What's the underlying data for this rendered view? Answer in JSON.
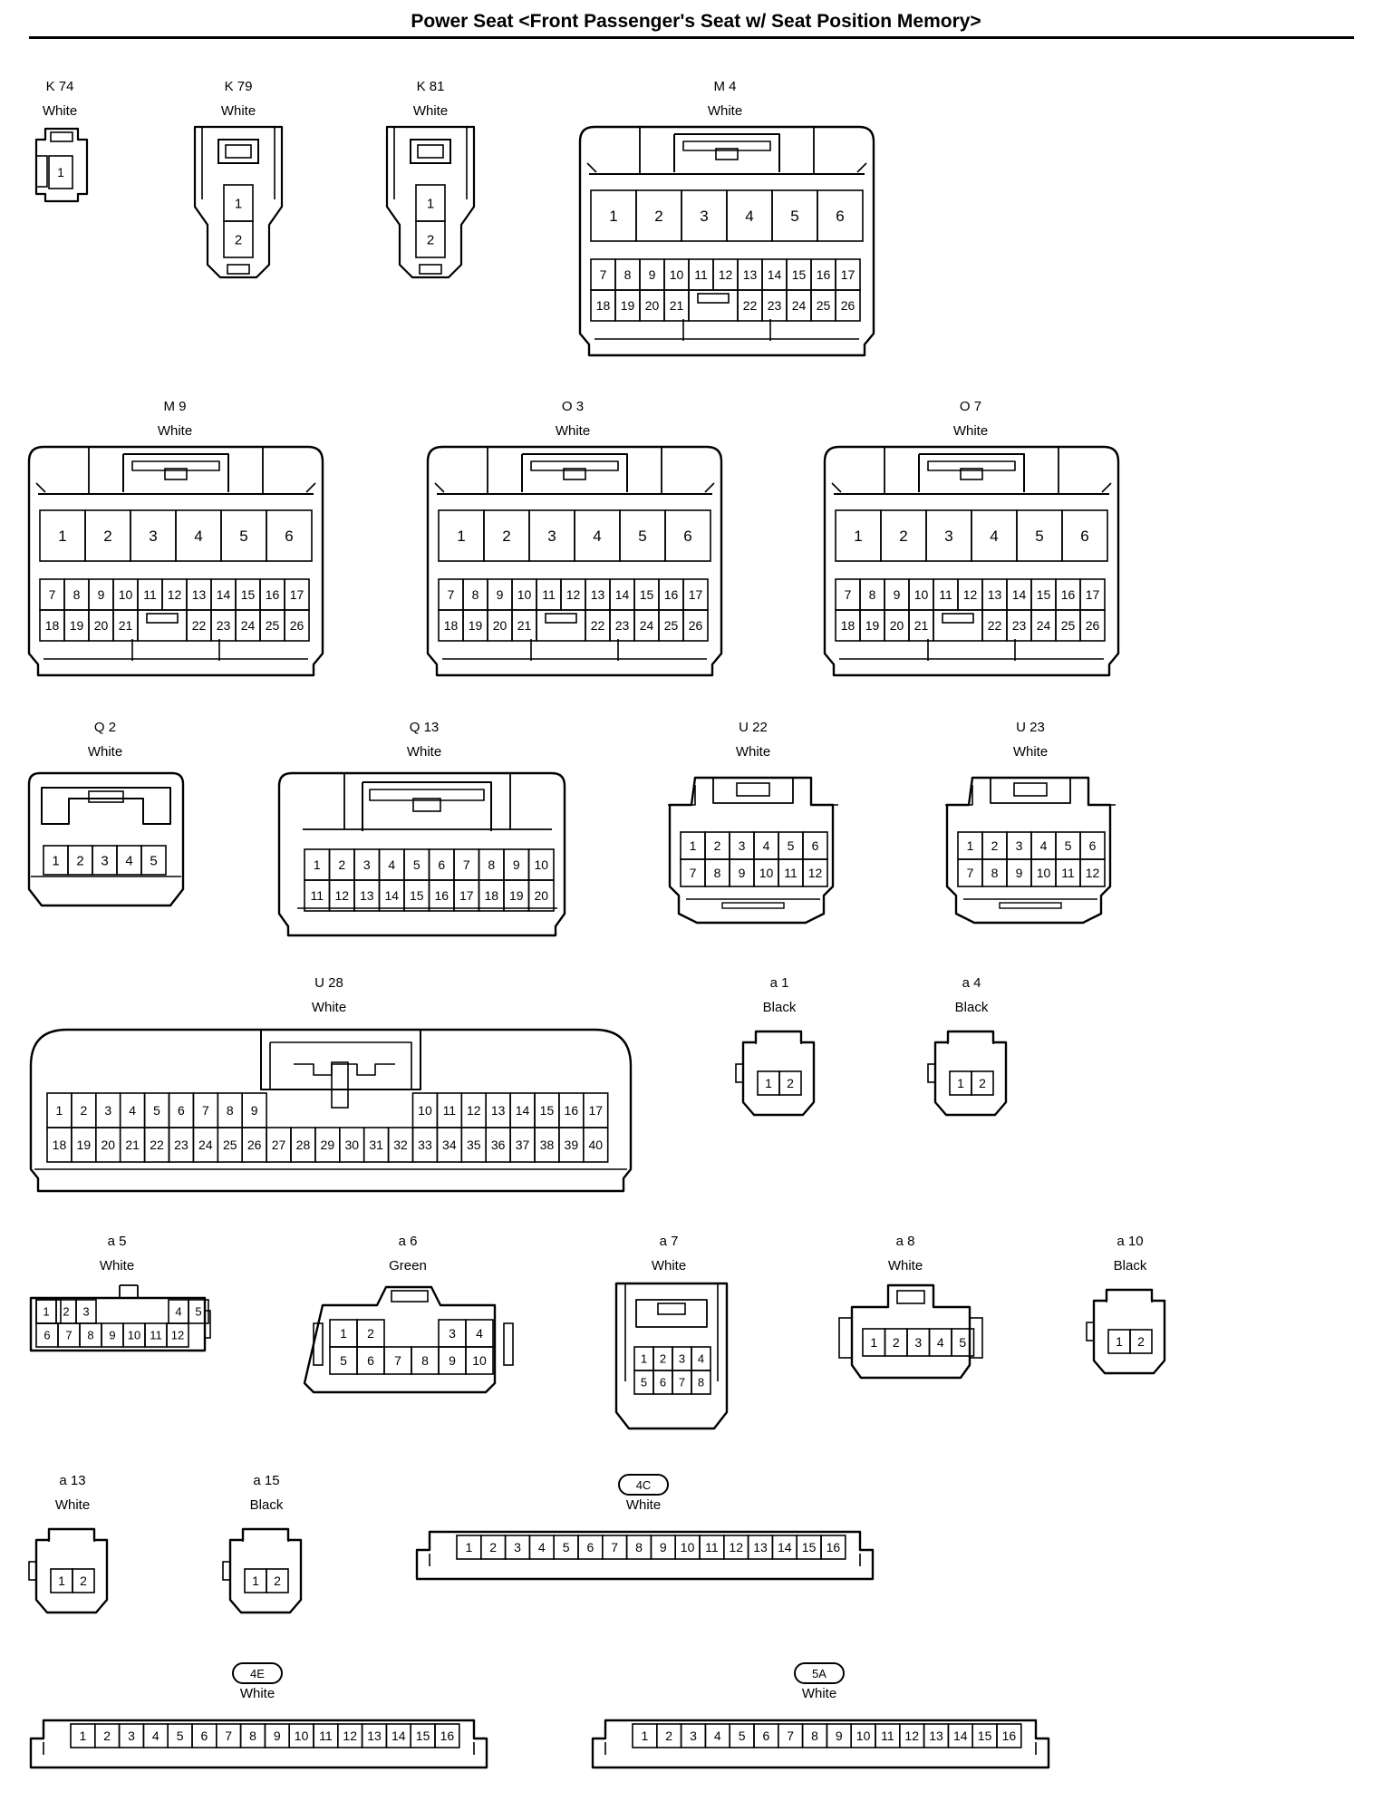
{
  "title": "Power Seat <Front Passenger's Seat w/ Seat Position Memory>",
  "connectors": [
    {
      "id": "k74",
      "label": "K 74",
      "color": "White",
      "pins": [
        [
          1
        ]
      ]
    },
    {
      "id": "k79",
      "label": "K 79",
      "color": "White",
      "pins": [
        [
          1
        ],
        [
          2
        ]
      ]
    },
    {
      "id": "k81",
      "label": "K 81",
      "color": "White",
      "pins": [
        [
          1
        ],
        [
          2
        ]
      ]
    },
    {
      "id": "m4",
      "label": "M 4",
      "color": "White",
      "pins": [
        [
          1,
          2,
          3,
          4,
          5,
          6
        ],
        [
          7,
          8,
          9,
          10,
          11,
          12,
          13,
          14,
          15,
          16,
          17
        ],
        [
          18,
          19,
          20,
          21,
          22,
          23,
          24,
          25,
          26
        ]
      ]
    },
    {
      "id": "m9",
      "label": "M 9",
      "color": "White",
      "pins": [
        [
          1,
          2,
          3,
          4,
          5,
          6
        ],
        [
          7,
          8,
          9,
          10,
          11,
          12,
          13,
          14,
          15,
          16,
          17
        ],
        [
          18,
          19,
          20,
          21,
          22,
          23,
          24,
          25,
          26
        ]
      ]
    },
    {
      "id": "o3",
      "label": "O 3",
      "color": "White",
      "pins": [
        [
          1,
          2,
          3,
          4,
          5,
          6
        ],
        [
          7,
          8,
          9,
          10,
          11,
          12,
          13,
          14,
          15,
          16,
          17
        ],
        [
          18,
          19,
          20,
          21,
          22,
          23,
          24,
          25,
          26
        ]
      ]
    },
    {
      "id": "o7",
      "label": "O 7",
      "color": "White",
      "pins": [
        [
          1,
          2,
          3,
          4,
          5,
          6
        ],
        [
          7,
          8,
          9,
          10,
          11,
          12,
          13,
          14,
          15,
          16,
          17
        ],
        [
          18,
          19,
          20,
          21,
          22,
          23,
          24,
          25,
          26
        ]
      ]
    },
    {
      "id": "q2",
      "label": "Q 2",
      "color": "White",
      "pins": [
        [
          1,
          2,
          3,
          4,
          5
        ]
      ]
    },
    {
      "id": "q13",
      "label": "Q 13",
      "color": "White",
      "pins": [
        [
          1,
          2,
          3,
          4,
          5,
          6,
          7,
          8,
          9,
          10
        ],
        [
          11,
          12,
          13,
          14,
          15,
          16,
          17,
          18,
          19,
          20
        ]
      ]
    },
    {
      "id": "u22",
      "label": "U 22",
      "color": "White",
      "pins": [
        [
          1,
          2,
          3,
          4,
          5,
          6
        ],
        [
          7,
          8,
          9,
          10,
          11,
          12
        ]
      ]
    },
    {
      "id": "u23",
      "label": "U 23",
      "color": "White",
      "pins": [
        [
          1,
          2,
          3,
          4,
          5,
          6
        ],
        [
          7,
          8,
          9,
          10,
          11,
          12
        ]
      ]
    },
    {
      "id": "u28",
      "label": "U 28",
      "color": "White",
      "pins": [
        [
          1,
          2,
          3,
          4,
          5,
          6,
          7,
          8,
          9,
          10,
          11,
          12,
          13,
          14,
          15,
          16,
          17
        ],
        [
          18,
          19,
          20,
          21,
          22,
          23,
          24,
          25,
          26,
          27,
          28,
          29,
          30,
          31,
          32,
          33,
          34,
          35,
          36,
          37,
          38,
          39,
          40
        ]
      ]
    },
    {
      "id": "a1",
      "label": "a 1",
      "color": "Black",
      "pins": [
        [
          1,
          2
        ]
      ]
    },
    {
      "id": "a4",
      "label": "a 4",
      "color": "Black",
      "pins": [
        [
          1,
          2
        ]
      ]
    },
    {
      "id": "a5",
      "label": "a 5",
      "color": "White",
      "pins": [
        [
          1,
          2,
          3,
          4,
          5
        ],
        [
          6,
          7,
          8,
          9,
          10,
          11,
          12
        ]
      ]
    },
    {
      "id": "a6",
      "label": "a 6",
      "color": "Green",
      "pins": [
        [
          1,
          2,
          3,
          4
        ],
        [
          5,
          6,
          7,
          8,
          9,
          10
        ]
      ]
    },
    {
      "id": "a7",
      "label": "a 7",
      "color": "White",
      "pins": [
        [
          1,
          2,
          3,
          4
        ],
        [
          5,
          6,
          7,
          8
        ]
      ]
    },
    {
      "id": "a8",
      "label": "a 8",
      "color": "White",
      "pins": [
        [
          1,
          2,
          3,
          4,
          5
        ]
      ]
    },
    {
      "id": "a10",
      "label": "a 10",
      "color": "Black",
      "pins": [
        [
          1,
          2
        ]
      ]
    },
    {
      "id": "a13",
      "label": "a 13",
      "color": "White",
      "pins": [
        [
          1,
          2
        ]
      ]
    },
    {
      "id": "a15",
      "label": "a 15",
      "color": "Black",
      "pins": [
        [
          1,
          2
        ]
      ]
    },
    {
      "id": "c4c",
      "label": "4C",
      "color": "White",
      "pins": [
        [
          1,
          2,
          3,
          4,
          5,
          6,
          7,
          8,
          9,
          10,
          11,
          12,
          13,
          14,
          15,
          16
        ]
      ]
    },
    {
      "id": "c4e",
      "label": "4E",
      "color": "White",
      "pins": [
        [
          1,
          2,
          3,
          4,
          5,
          6,
          7,
          8,
          9,
          10,
          11,
          12,
          13,
          14,
          15,
          16
        ]
      ]
    },
    {
      "id": "c5a",
      "label": "5A",
      "color": "White",
      "pins": [
        [
          1,
          2,
          3,
          4,
          5,
          6,
          7,
          8,
          9,
          10,
          11,
          12,
          13,
          14,
          15,
          16
        ]
      ]
    }
  ]
}
